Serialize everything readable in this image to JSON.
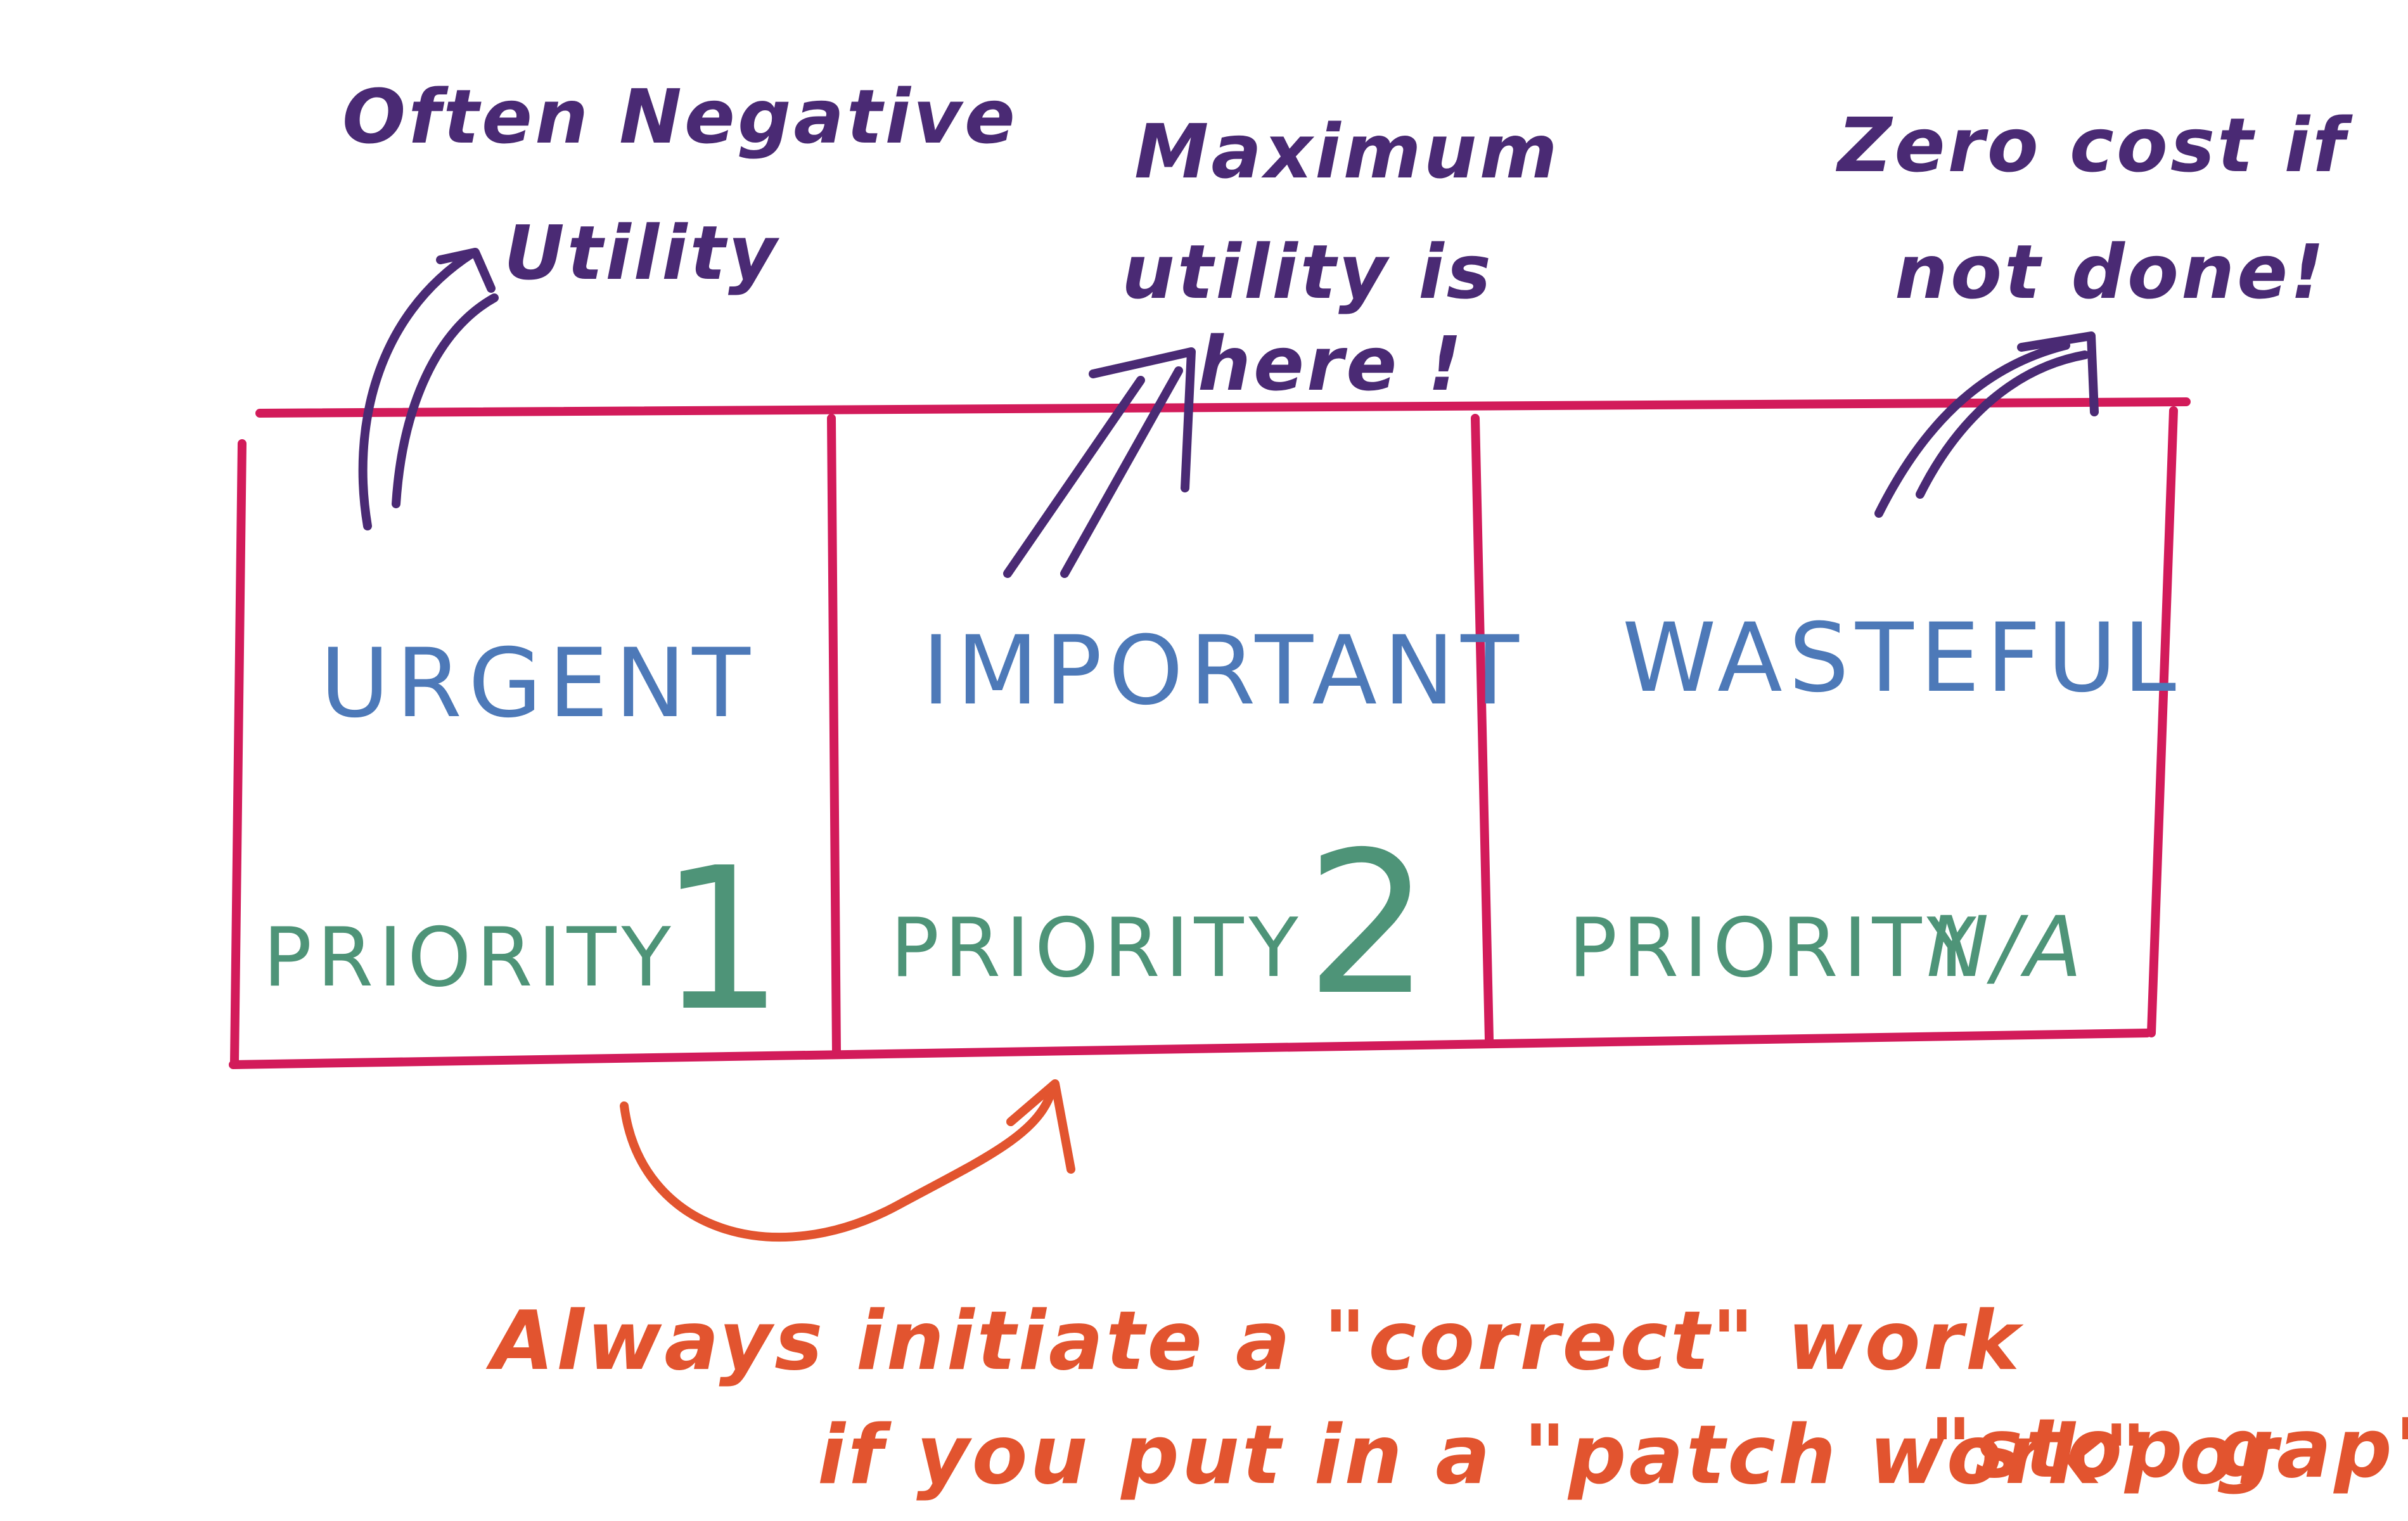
{
  "annotations": {
    "urgent_note": [
      "Often Negative",
      "Utility"
    ],
    "important_note": [
      "Maximum",
      "utility is",
      "here !"
    ],
    "wasteful_note": [
      "Zero cost if",
      "not done!"
    ]
  },
  "boxes": [
    {
      "category": "URGENT",
      "priority_word": "PRIORITY",
      "priority_value": "1"
    },
    {
      "category": "IMPORTANT",
      "priority_word": "PRIORITY",
      "priority_value": "2"
    },
    {
      "category": "WASTEFUL",
      "priority_word": "PRIORITY",
      "priority_value": "N/A"
    }
  ],
  "bottom_note": [
    "Always initiate a \"correct\" work",
    "if you put in a \"patch work\" or",
    "\"stop gap\""
  ],
  "colors": {
    "frame": "#d21b5a",
    "annotation": "#4a2a74",
    "category": "#4d79b8",
    "priority": "#4e9478",
    "bottom_note": "#e2542f"
  }
}
